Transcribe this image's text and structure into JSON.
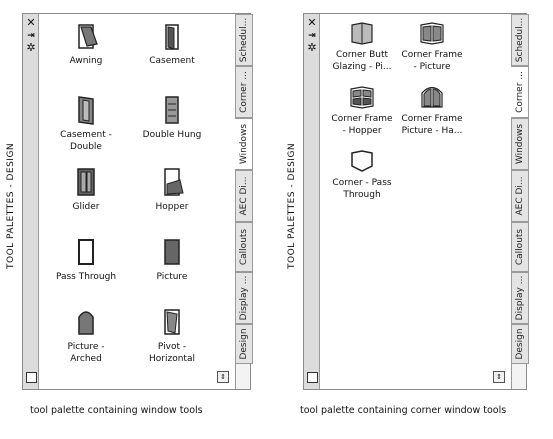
{
  "left_palette": {
    "title": "TOOL PALETTES - DESIGN",
    "tools": [
      {
        "label": "Awning",
        "icon": "awning-window-icon"
      },
      {
        "label": "Casement",
        "icon": "casement-window-icon"
      },
      {
        "label": "Casement - Double",
        "icon": "casement-double-window-icon"
      },
      {
        "label": "Double Hung",
        "icon": "double-hung-window-icon"
      },
      {
        "label": "Glider",
        "icon": "glider-window-icon"
      },
      {
        "label": "Hopper",
        "icon": "hopper-window-icon"
      },
      {
        "label": "Pass Through",
        "icon": "pass-through-window-icon"
      },
      {
        "label": "Picture",
        "icon": "picture-window-icon"
      },
      {
        "label": "Picture - Arched",
        "icon": "picture-arched-window-icon"
      },
      {
        "label": "Pivot - Horizontal",
        "icon": "pivot-horizontal-window-icon"
      }
    ],
    "tabs": [
      "Schedul...",
      "Corner ...",
      "Windows",
      "AEC Di...",
      "Callouts",
      "Display ...",
      "Design"
    ],
    "active_tab": "Windows"
  },
  "right_palette": {
    "title": "TOOL PALETTES - DESIGN",
    "tools": [
      {
        "label": "Corner Butt Glazing - Pi...",
        "icon": "corner-butt-glazing-icon"
      },
      {
        "label": "Corner Frame - Picture",
        "icon": "corner-frame-picture-icon"
      },
      {
        "label": "Corner Frame - Hopper",
        "icon": "corner-frame-hopper-icon"
      },
      {
        "label": "Corner Frame Picture - Ha...",
        "icon": "corner-frame-picture-half-icon"
      },
      {
        "label": "Corner - Pass Through",
        "icon": "corner-pass-through-icon"
      }
    ],
    "tabs": [
      "Schedul...",
      "Corner ...",
      "Windows",
      "AEC Di...",
      "Callouts",
      "Display ...",
      "Design"
    ],
    "active_tab": "Corner ..."
  },
  "captions": {
    "left": "tool palette containing window tools",
    "right": "tool palette containing corner window tools"
  },
  "titlebar_icons": [
    "close-icon",
    "auto-hide-icon",
    "properties-icon"
  ]
}
